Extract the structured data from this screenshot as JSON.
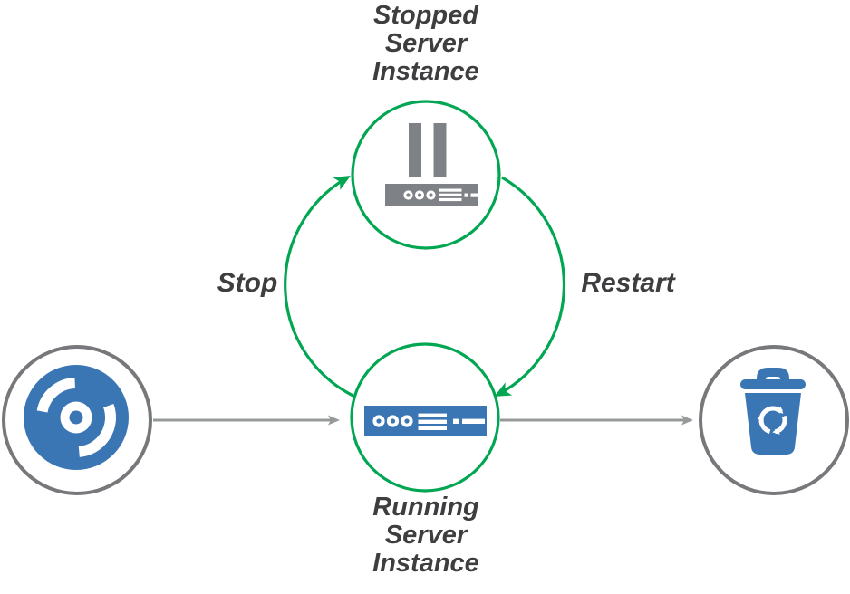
{
  "colors": {
    "green": "#00A651",
    "blue": "#3B76B4",
    "gray": "#77787B",
    "arrow_gray": "#97989A",
    "icon_gray": "#7E8286",
    "text": "#3E3E40",
    "background": "#FFFFFF"
  },
  "diagram": {
    "nodes": {
      "server_image": {
        "icon": "disc-icon"
      },
      "stopped_instance": {
        "icon": "paused-server-icon",
        "label": "Stopped\nServer\nInstance"
      },
      "running_instance": {
        "icon": "server-icon",
        "label": "Running\nServer\nInstance"
      },
      "terminated": {
        "icon": "trash-recycle-icon"
      }
    },
    "edges": {
      "stop": {
        "label": "Stop"
      },
      "restart": {
        "label": "Restart"
      }
    }
  }
}
